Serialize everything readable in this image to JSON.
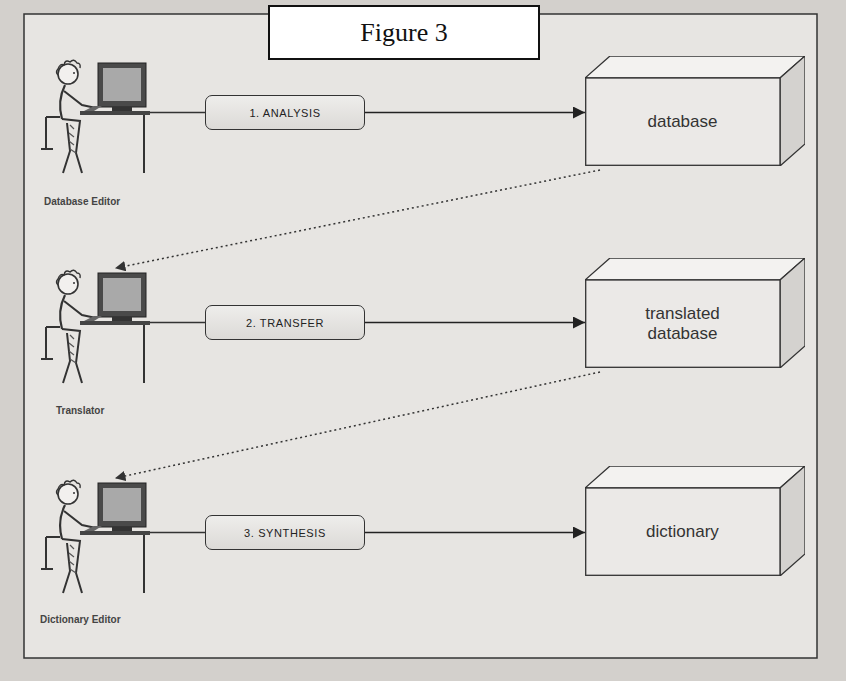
{
  "diagram": {
    "title": "Figure 3",
    "nodes": [
      {
        "text": [
          "1. ANALYSIS"
        ]
      },
      {
        "text": [
          "database"
        ]
      },
      {
        "text": [
          "2. TRANSFER"
        ]
      },
      {
        "text": [
          "translated database"
        ]
      },
      {
        "text": [
          "3. SYNTHESIS"
        ]
      },
      {
        "text": [
          "dictionary"
        ]
      }
    ],
    "edges": [
      {
        "from": 0,
        "to": 1,
        "arrow": "to"
      },
      {
        "from": 2,
        "to": 3,
        "arrow": "to"
      },
      {
        "from": 4,
        "to": 5,
        "arrow": "to"
      }
    ],
    "labels": [
      "Database Editor",
      "Translator",
      "Dictionary Editor"
    ]
  }
}
